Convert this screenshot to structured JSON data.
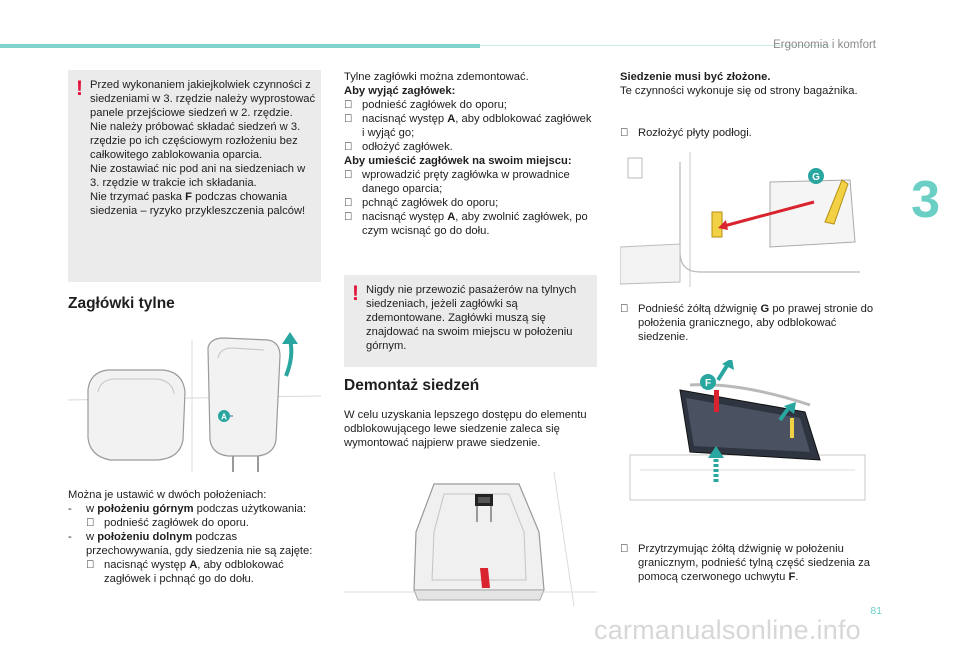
{
  "header": {
    "section_title": "Ergonomia i komfort",
    "chapter_number": "3",
    "page_number": "81"
  },
  "watermark": "carmanualsonline.info",
  "col1": {
    "warning_mark": "!",
    "warning_lines": [
      "Przed wykonaniem jakiejkolwiek czynności z siedzeniami w 3. rzędzie należy wyprostować panele przejściowe siedzeń w 2. rzędzie.",
      "Nie należy próbować składać siedzeń w 3. rzędzie po ich częściowym rozłożeniu bez całkowitego zablokowania oparcia.",
      "Nie zostawiać nic pod ani na siedzeniach w 3. rzędzie w trakcie ich składania."
    ],
    "warning_last_pre": "Nie trzymać paska ",
    "warning_last_bold": "F",
    "warning_last_post": " podczas chowania siedzenia – ryzyko przykleszczenia palców!",
    "heading": "Zagłówki tylne",
    "img_label": "A",
    "intro": "Można je ustawić w dwóch położeniach:",
    "pos1_marker": "-",
    "pos1_pre": "w ",
    "pos1_bold": "położeniu górnym",
    "pos1_post": " podczas użytkowania:",
    "pos1_step": "podnieść zagłówek do oporu.",
    "pos2_marker": "-",
    "pos2_pre": "w ",
    "pos2_bold": "położeniu dolnym",
    "pos2_post": " podczas przechowywania, gdy siedzenia nie są zajęte:",
    "pos2_step_pre": "nacisnąć występ ",
    "pos2_step_bold": "A",
    "pos2_step_post": ", aby odblokować zagłówek i pchnąć go do dołu.",
    "bullet": ""
  },
  "col2": {
    "removable": "Tylne zagłówki można zdemontować.",
    "remove_title": "Aby wyjąć zagłówek:",
    "r1": "podnieść zagłówek do oporu;",
    "r2_pre": "nacisnąć występ ",
    "r2_bold": "A",
    "r2_post": ", aby odblokować zagłówek i wyjąć go;",
    "r3": "odłożyć zagłówek.",
    "refit_title": "Aby umieścić zagłówek na swoim miejscu:",
    "f1": "wprowadzić pręty zagłówka w prowadnice danego oparcia;",
    "f2": "pchnąć zagłówek do oporu;",
    "f3_pre": "nacisnąć występ ",
    "f3_bold": "A",
    "f3_post": ", aby zwolnić zagłówek, po czym wcisnąć go do dołu.",
    "warning_mark": "!",
    "warning": "Nigdy nie przewozić pasażerów na tylnych siedzeniach, jeżeli zagłówki są zdemontowane. Zagłówki muszą się znajdować na swoim miejscu w położeniu górnym.",
    "heading": "Demontaż siedzeń",
    "intro": "W celu uzyskania lepszego dostępu do elementu odblokowującego lewe siedzenie zaleca się wymontować najpierw prawe siedzenie."
  },
  "col3": {
    "folded": "Siedzenie musi być złożone.",
    "side": "Te czynności wykonuje się od strony bagażnika.",
    "s1": "Rozłożyć płyty podłogi.",
    "img1_label": "G",
    "s2_pre": "Podnieść żółtą dźwignię ",
    "s2_bold": "G",
    "s2_post": " po prawej stronie do położenia granicznego, aby odblokować siedzenie.",
    "img2_label": "F",
    "s3_pre": "Przytrzymując żółtą dźwignię w położeniu granicznym, podnieść tylną część siedzenia za pomocą czerwonego uchwytu ",
    "s3_bold": "F",
    "s3_post": "."
  },
  "colors": {
    "accent": "#6ccfc6",
    "warning_red": "#e0143c",
    "callout_blue": "#2a6cb4",
    "lever_yellow": "#e9b21a"
  }
}
